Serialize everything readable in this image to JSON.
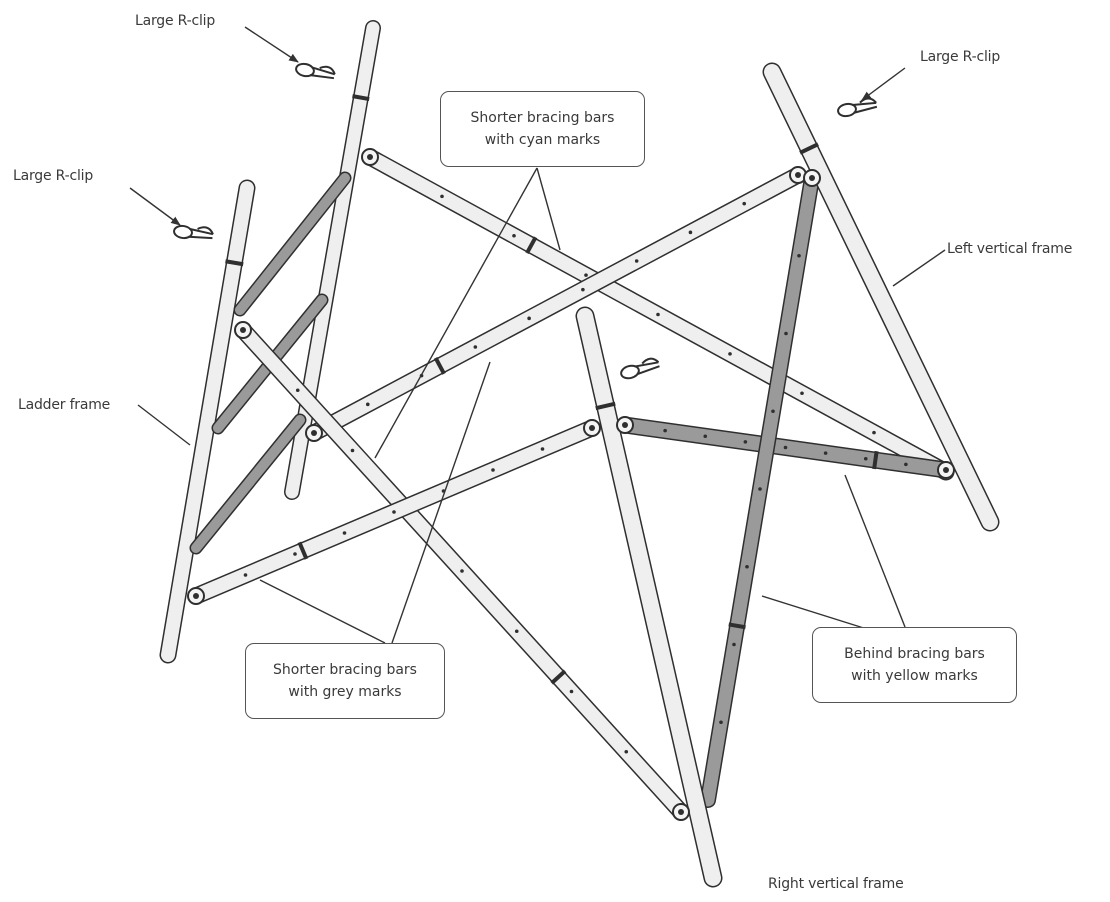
{
  "labels": {
    "rclip_top": "Large R-clip",
    "rclip_left": "Large R-clip",
    "rclip_right": "Large R-clip",
    "ladder_frame": "Ladder frame",
    "left_vertical_frame": "Left vertical frame",
    "right_vertical_frame": "Right vertical frame"
  },
  "callouts": {
    "cyan": {
      "line1": "Shorter bracing bars",
      "line2": "with cyan marks"
    },
    "grey": {
      "line1": "Shorter bracing bars",
      "line2": "with grey marks"
    },
    "yellow": {
      "line1": "Behind bracing bars",
      "line2": "with yellow marks"
    }
  },
  "colors": {
    "tube_fill": "#efefef",
    "tube_dark": "#9a9a9a",
    "outline": "#2f2f2f",
    "leader": "#333333"
  }
}
